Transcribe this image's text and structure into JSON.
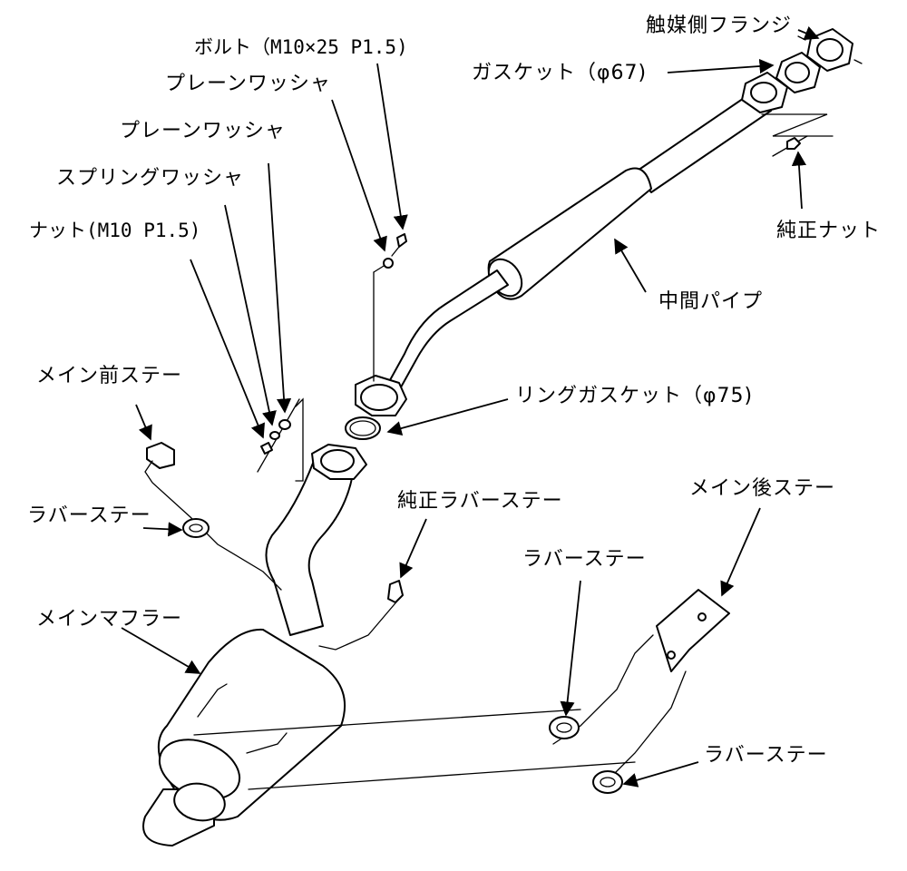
{
  "labels": {
    "cat_flange": "触媒側フランジ",
    "gasket_67": "ガスケット（φ67)",
    "bolt": "ボルト（M10×25 P1.5)",
    "plain_washer_1": "プレーンワッシャ",
    "plain_washer_2": "プレーンワッシャ",
    "spring_washer": "スプリングワッシャ",
    "nut": "ナット(M10 P1.5)",
    "oem_nut": "純正ナット",
    "mid_pipe": "中間パイプ",
    "ring_gasket": "リングガスケット（φ75)",
    "main_front_stay": "メイン前ステー",
    "rubber_stay_left": "ラバーステー",
    "oem_rubber_stay": "純正ラバーステー",
    "main_rear_stay": "メイン後ステー",
    "rubber_stay_mid": "ラバーステー",
    "main_muffler": "メインマフラー",
    "rubber_stay_right": "ラバーステー"
  },
  "colors": {
    "line": "#000000",
    "background": "#ffffff"
  }
}
